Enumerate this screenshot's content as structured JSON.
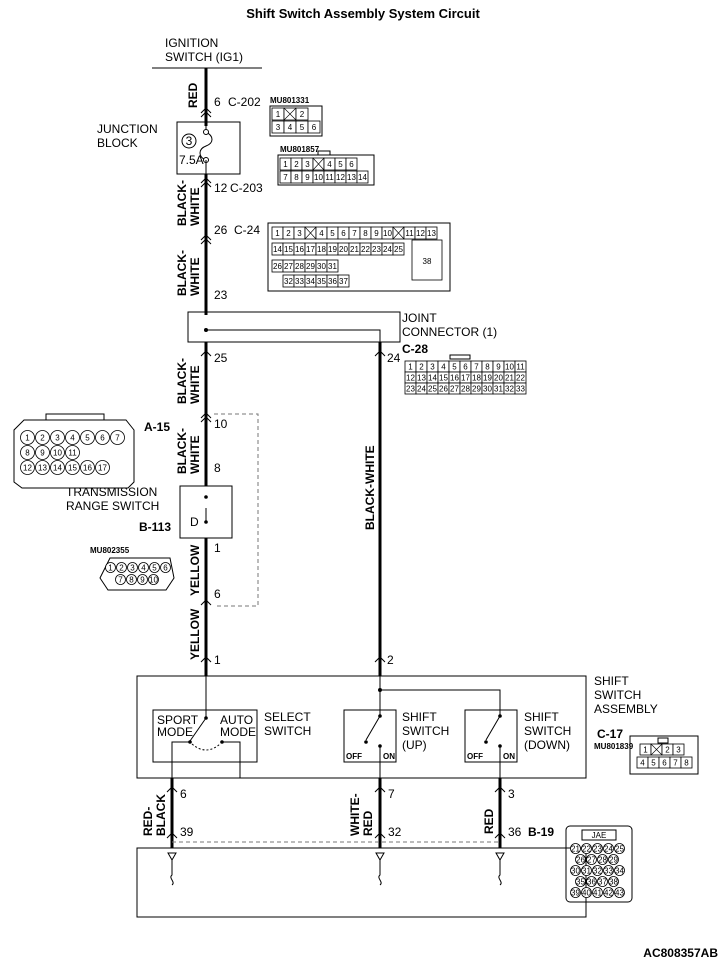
{
  "title": "Shift Switch Assembly System Circuit",
  "ignition": {
    "line1": "IGNITION",
    "line2": "SWITCH (IG1)"
  },
  "junction_block": {
    "line1": "JUNCTION",
    "line2": "BLOCK",
    "fuse_no": "3",
    "fuse_rating": "7.5A"
  },
  "joint_connector": {
    "line1": "JOINT",
    "line2": "CONNECTOR (1)",
    "id": "C-28"
  },
  "trs": {
    "line1": "TRANSMISSION",
    "line2": "RANGE SWITCH",
    "id": "B-113",
    "position": "D"
  },
  "assembly": {
    "line1": "SHIFT",
    "line2": "SWITCH",
    "line3": "ASSEMBLY",
    "id": "C-17",
    "part_no": "MU801839"
  },
  "select_switch": {
    "line1": "SELECT",
    "line2": "SWITCH",
    "sport1": "SPORT",
    "sport2": "MODE",
    "auto1": "AUTO",
    "auto2": "MODE"
  },
  "shift_up": {
    "line1": "SHIFT",
    "line2": "SWITCH",
    "line3": "(UP)",
    "off": "OFF",
    "on": "ON"
  },
  "shift_down": {
    "line1": "SHIFT",
    "line2": "SWITCH",
    "line3": "(DOWN)",
    "off": "OFF",
    "on": "ON"
  },
  "pins": {
    "c202_pin": "6",
    "c202_id": "C-202",
    "c203_pin": "12",
    "c203_id": "C-203",
    "c24_pin": "26",
    "c24_id": "C-24",
    "p23": "23",
    "p25": "25",
    "p24": "24",
    "a15_pin": "10",
    "p8": "8",
    "p1_trs": "1",
    "p6_trs": "6",
    "c17_p1": "1",
    "c17_p2": "2",
    "s6": "6",
    "s7": "7",
    "s3": "3",
    "b19_p39": "39",
    "b19_p32": "32",
    "b19_p36": "36",
    "b19_id": "B-19"
  },
  "wires": {
    "red": "RED",
    "bw_a1": "BLACK-",
    "bw_a2": "WHITE",
    "bw_b1": "BLACK-",
    "bw_b2": "WHITE",
    "bw_c1": "BLACK-",
    "bw_c2": "WHITE",
    "bw_d1": "BLACK-",
    "bw_d2": "WHITE",
    "bw_long": "BLACK-WHITE",
    "yellow1": "YELLOW",
    "yellow2": "YELLOW",
    "rb1": "RED-",
    "rb2": "BLACK",
    "wr1": "WHITE-",
    "wr2": "RED",
    "red_b": "RED"
  },
  "connectors": {
    "mu801331": {
      "part_no": "MU801331",
      "row1": [
        "1",
        "",
        "2"
      ],
      "row2": [
        "3",
        "4",
        "5",
        "6"
      ]
    },
    "mu801857": {
      "part_no": "MU801857",
      "row1": [
        "1",
        "2",
        "3",
        "",
        "4",
        "5",
        "6"
      ],
      "row2": [
        "7",
        "8",
        "9",
        "10",
        "11",
        "12",
        "13",
        "14"
      ]
    },
    "c24": {
      "row1": [
        "1",
        "2",
        "3",
        "",
        "4",
        "5",
        "6",
        "7",
        "8",
        "9",
        "10",
        "",
        "11",
        "12",
        "13"
      ],
      "row2": [
        "14",
        "15",
        "16",
        "17",
        "18",
        "19",
        "20",
        "21",
        "22",
        "23",
        "24",
        "25"
      ],
      "row3": [
        "26",
        "27",
        "28",
        "29",
        "30",
        "31"
      ],
      "row4": [
        "32",
        "33",
        "34",
        "35",
        "36",
        "37"
      ],
      "big": "38"
    },
    "c28": {
      "row1": [
        "1",
        "2",
        "3",
        "4",
        "5",
        "6",
        "7",
        "8",
        "9",
        "10",
        "11"
      ],
      "row2": [
        "12",
        "13",
        "14",
        "15",
        "16",
        "17",
        "18",
        "19",
        "20",
        "21",
        "22"
      ],
      "row3": [
        "23",
        "24",
        "25",
        "26",
        "27",
        "28",
        "29",
        "30",
        "31",
        "32",
        "33"
      ]
    },
    "a15": {
      "id": "A-15",
      "row1": [
        "1",
        "2",
        "3",
        "4",
        "5",
        "6",
        "7"
      ],
      "row2": [
        "8",
        "9",
        "10",
        "11"
      ],
      "row3": [
        "12",
        "13",
        "14",
        "15",
        "16",
        "17"
      ]
    },
    "mu802355": {
      "part_no": "MU802355",
      "row1": [
        "1",
        "2",
        "3",
        "4",
        "5",
        "6"
      ],
      "row2": [
        "7",
        "8",
        "9",
        "10"
      ]
    },
    "c17": {
      "row1": [
        "1",
        "",
        "2",
        "3"
      ],
      "row2": [
        "4",
        "5",
        "6",
        "7",
        "8"
      ]
    },
    "b19": {
      "label": "JAE",
      "row1": [
        "21",
        "22",
        "23",
        "24",
        "25"
      ],
      "row2": [
        "26",
        "27",
        "28",
        "29"
      ],
      "row3": [
        "30",
        "31",
        "32",
        "33",
        "34"
      ],
      "row4": [
        "35",
        "36",
        "37",
        "38"
      ],
      "row5": [
        "39",
        "40",
        "41",
        "42",
        "43"
      ]
    }
  },
  "footer": "AC808357AB"
}
